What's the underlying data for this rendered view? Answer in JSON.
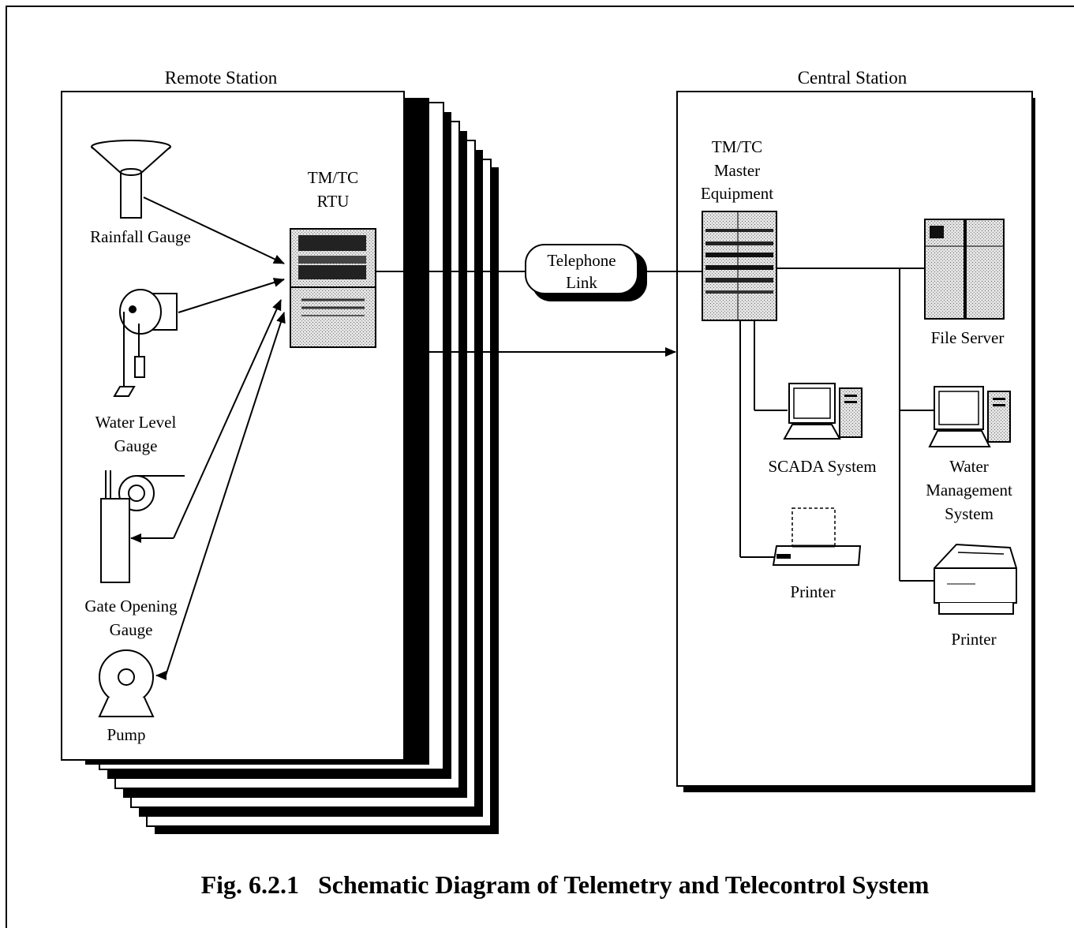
{
  "labels": {
    "remote_station": "Remote Station",
    "central_station": "Central Station",
    "rtu_line1": "TM/TC",
    "rtu_line2": "RTU",
    "rainfall_gauge": "Rainfall Gauge",
    "water_level_line1": "Water Level",
    "water_level_line2": "Gauge",
    "gate_opening_line1": "Gate Opening",
    "gate_opening_line2": "Gauge",
    "pump": "Pump",
    "telephone_line1": "Telephone",
    "telephone_line2": "Link",
    "master_line1": "TM/TC",
    "master_line2": "Master",
    "master_line3": "Equipment",
    "file_server": "File Server",
    "scada_system": "SCADA System",
    "water_mgmt_line1": "Water",
    "water_mgmt_line2": "Management",
    "water_mgmt_line3": "System",
    "printer_left": "Printer",
    "printer_right": "Printer"
  },
  "caption": "Fig. 6.2.1   Schematic Diagram of Telemetry and Telecontrol System"
}
